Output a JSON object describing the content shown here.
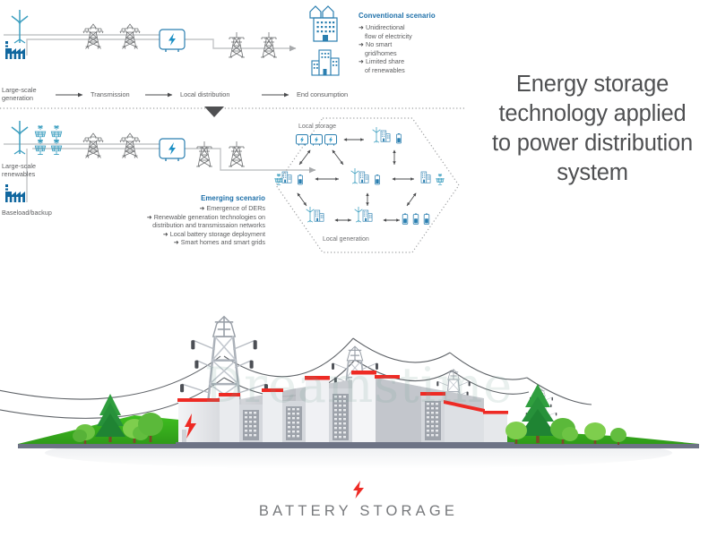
{
  "title": {
    "line1": "Energy storage",
    "line2": "technology applied",
    "line3": "to power distribution",
    "line4": "system"
  },
  "caption": {
    "text": "BATTERY STORAGE",
    "bolt_icon": "lightning-bolt-icon",
    "bolt_color": "#ee2a24"
  },
  "watermark": {
    "text": "Dreamstime"
  },
  "colors": {
    "brand_blue": "#1b6ea8",
    "icon_blue": "#2b7fb0",
    "icon_teal": "#3d9fc0",
    "factory_blue": "#10679f",
    "text_grey": "#5b5c5e",
    "line_grey": "#b9bbbd",
    "red_accent": "#ee2a24",
    "hill_green": "#3fae2a"
  },
  "infographic": {
    "top_row": {
      "sources": [
        {
          "icon": "wind-turbine-icon",
          "name": "wind-turbine"
        },
        {
          "icon": "factory-icon",
          "name": "factory"
        }
      ],
      "transmission_towers": 2,
      "substation_icon": "substation-transformer-icon",
      "distribution_towers": 2,
      "consumers": [
        {
          "icon": "houses-icon",
          "name": "two-houses"
        },
        {
          "icon": "office-building-icon",
          "name": "office-building"
        },
        {
          "icon": "city-block-icon",
          "name": "city-block"
        }
      ],
      "scenario": {
        "title": "Conventional scenario",
        "bullets": [
          [
            "Unidirectional",
            "flow of electricity"
          ],
          [
            "No smart",
            "grid/homes"
          ],
          [
            "Limited share",
            "of renewables"
          ]
        ]
      }
    },
    "stage_labels": [
      {
        "line1": "Large-scale",
        "line2": "generation"
      },
      {
        "line1": "Transmission",
        "line2": ""
      },
      {
        "line1": "Local distribution",
        "line2": ""
      },
      {
        "line1": "End consumption",
        "line2": ""
      }
    ],
    "divider_arrow_icon": "down-triangle-icon",
    "bottom_row": {
      "source_labels": [
        {
          "line1": "Large-scale",
          "line2": "renewables"
        },
        {
          "line1": "Baseload/backup",
          "line2": ""
        }
      ],
      "scenario": {
        "title": "Emerging scenario",
        "bullets": [
          "Emergence of DERs",
          "Renewable generation technologies on",
          "distribution and transmissaion networks",
          "Local battery storage deployment",
          "Smart homes and smart grids"
        ]
      }
    },
    "hexagon": {
      "top_label": "Local storage",
      "bottom_label": "Local generation",
      "nodes": [
        {
          "row": 1,
          "name": "local-storage-units",
          "icons": [
            "storage-unit-icon",
            "storage-unit-icon",
            "storage-unit-icon"
          ]
        },
        {
          "row": 1,
          "name": "turbine-building-battery",
          "icons": [
            "wind-turbine-icon",
            "building-icon",
            "battery-icon"
          ]
        },
        {
          "row": 2,
          "name": "solar-building-battery-left",
          "icons": [
            "solar-panel-icon",
            "building-icon",
            "battery-icon"
          ]
        },
        {
          "row": 2,
          "name": "turbine-building-battery-center",
          "icons": [
            "wind-turbine-icon",
            "building-icon",
            "battery-icon"
          ]
        },
        {
          "row": 2,
          "name": "building-solar-right",
          "icons": [
            "building-icon",
            "solar-panel-icon"
          ]
        },
        {
          "row": 3,
          "name": "turbine-building-left",
          "icons": [
            "wind-turbine-icon",
            "building-icon"
          ]
        },
        {
          "row": 3,
          "name": "turbine-building-center",
          "icons": [
            "wind-turbine-icon",
            "building-icon"
          ]
        },
        {
          "row": 3,
          "name": "battery-bank",
          "icons": [
            "battery-icon",
            "battery-icon",
            "battery-icon"
          ]
        }
      ]
    }
  },
  "illustration": {
    "name": "battery-storage-plant-illustration",
    "towers": 4,
    "battery_units": 9,
    "bolt_icon": "lightning-bolt-icon"
  }
}
